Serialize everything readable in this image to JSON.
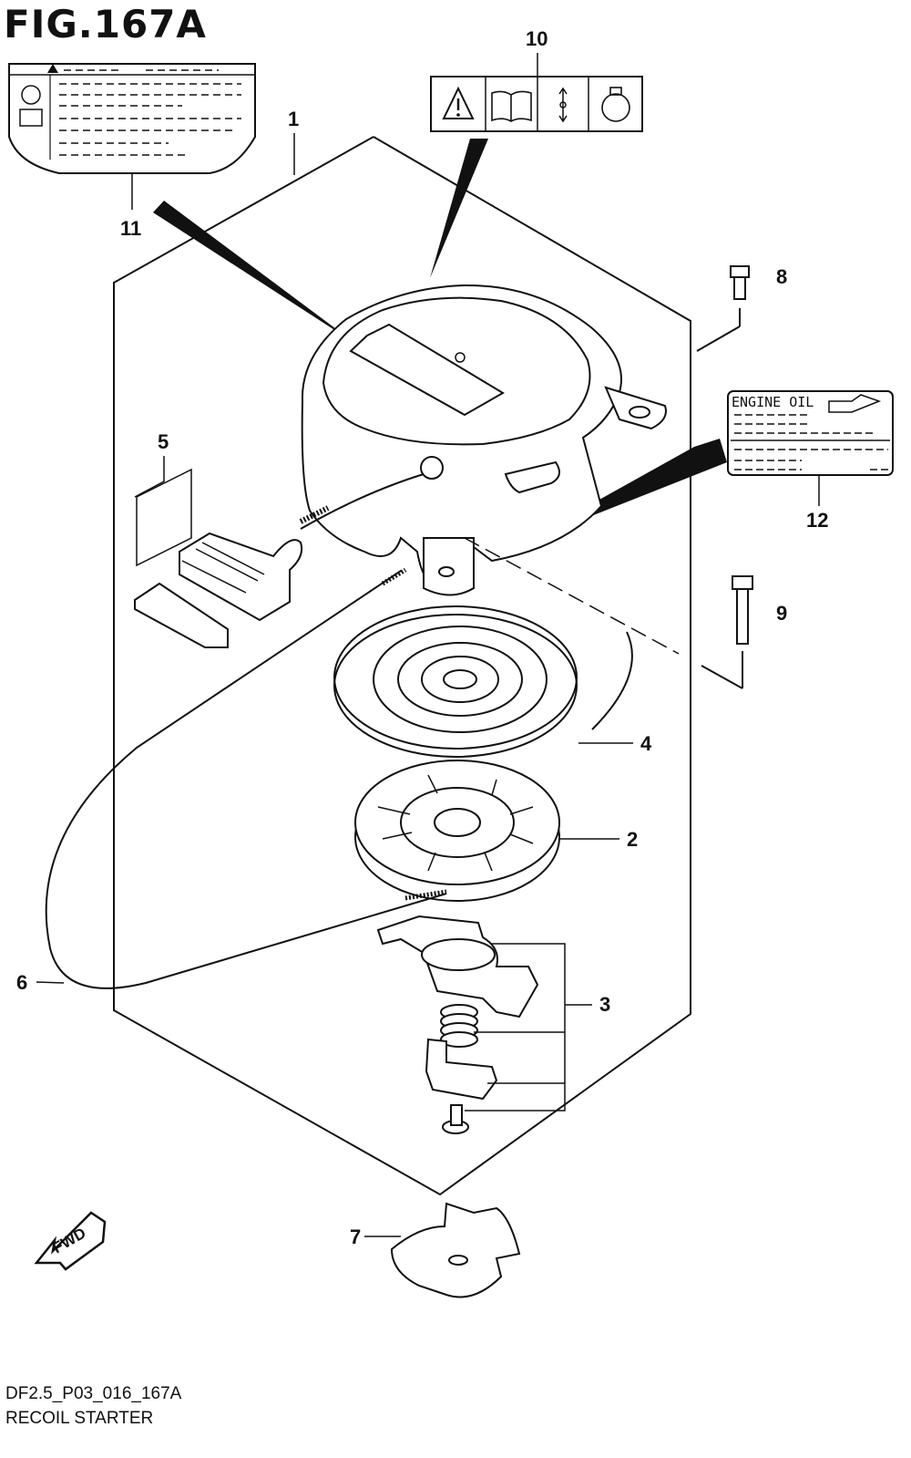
{
  "figure": {
    "title": "FIG.167A"
  },
  "footer": {
    "code": "DF2.5_P03_016_167A",
    "name": "RECOIL STARTER"
  },
  "callouts": {
    "c1": "1",
    "c2": "2",
    "c3": "3",
    "c4": "4",
    "c5": "5",
    "c6": "6",
    "c7": "7",
    "c8": "8",
    "c9": "9",
    "c10": "10",
    "c11": "11",
    "c12": "12"
  },
  "labels": {
    "engine_oil": "ENGINE OIL",
    "fwd": "FWD"
  },
  "icons": [
    "warning-icon",
    "manual-icon",
    "arrows-icon",
    "rotate-icon"
  ]
}
